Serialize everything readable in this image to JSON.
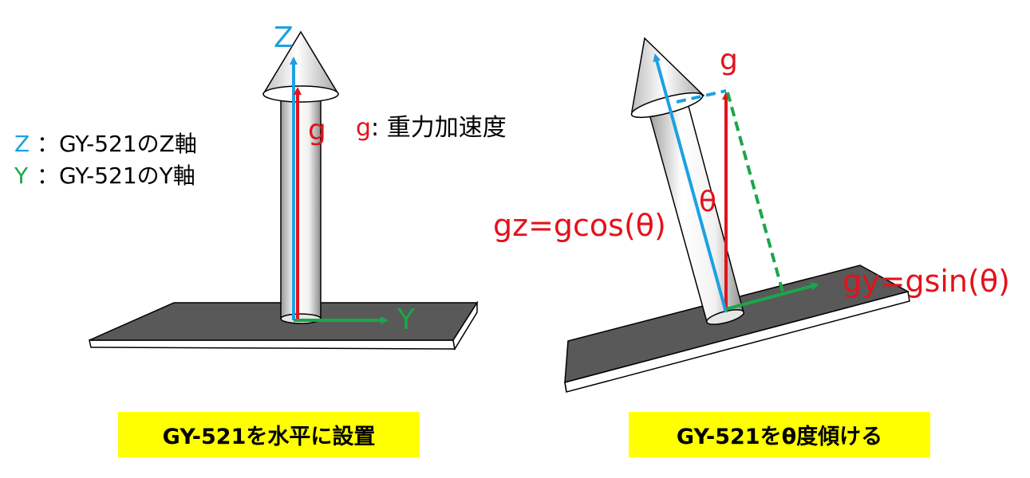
{
  "colors": {
    "z_axis": "#1ba1e2",
    "y_axis": "#1aa64a",
    "gravity": "#e3121b",
    "board": "#595959",
    "caption_bg": "#ffff00"
  },
  "left": {
    "z_label": "Z",
    "y_label": "Y",
    "g_label": "g",
    "gravity_note": {
      "symbol": "g",
      "text": ": 重力加速度"
    },
    "legend": [
      {
        "axis": "Z",
        "sep": "：",
        "text": "GY-521のZ軸"
      },
      {
        "axis": "Y",
        "sep": "：",
        "text": "GY-521のY軸"
      }
    ],
    "caption": "GY-521を水平に設置"
  },
  "right": {
    "g_label": "g",
    "theta_label": "θ",
    "gz_label": "gz=gcos(θ)",
    "gy_label": "gy=gsin(θ)",
    "caption": "GY-521をθ度傾ける"
  }
}
